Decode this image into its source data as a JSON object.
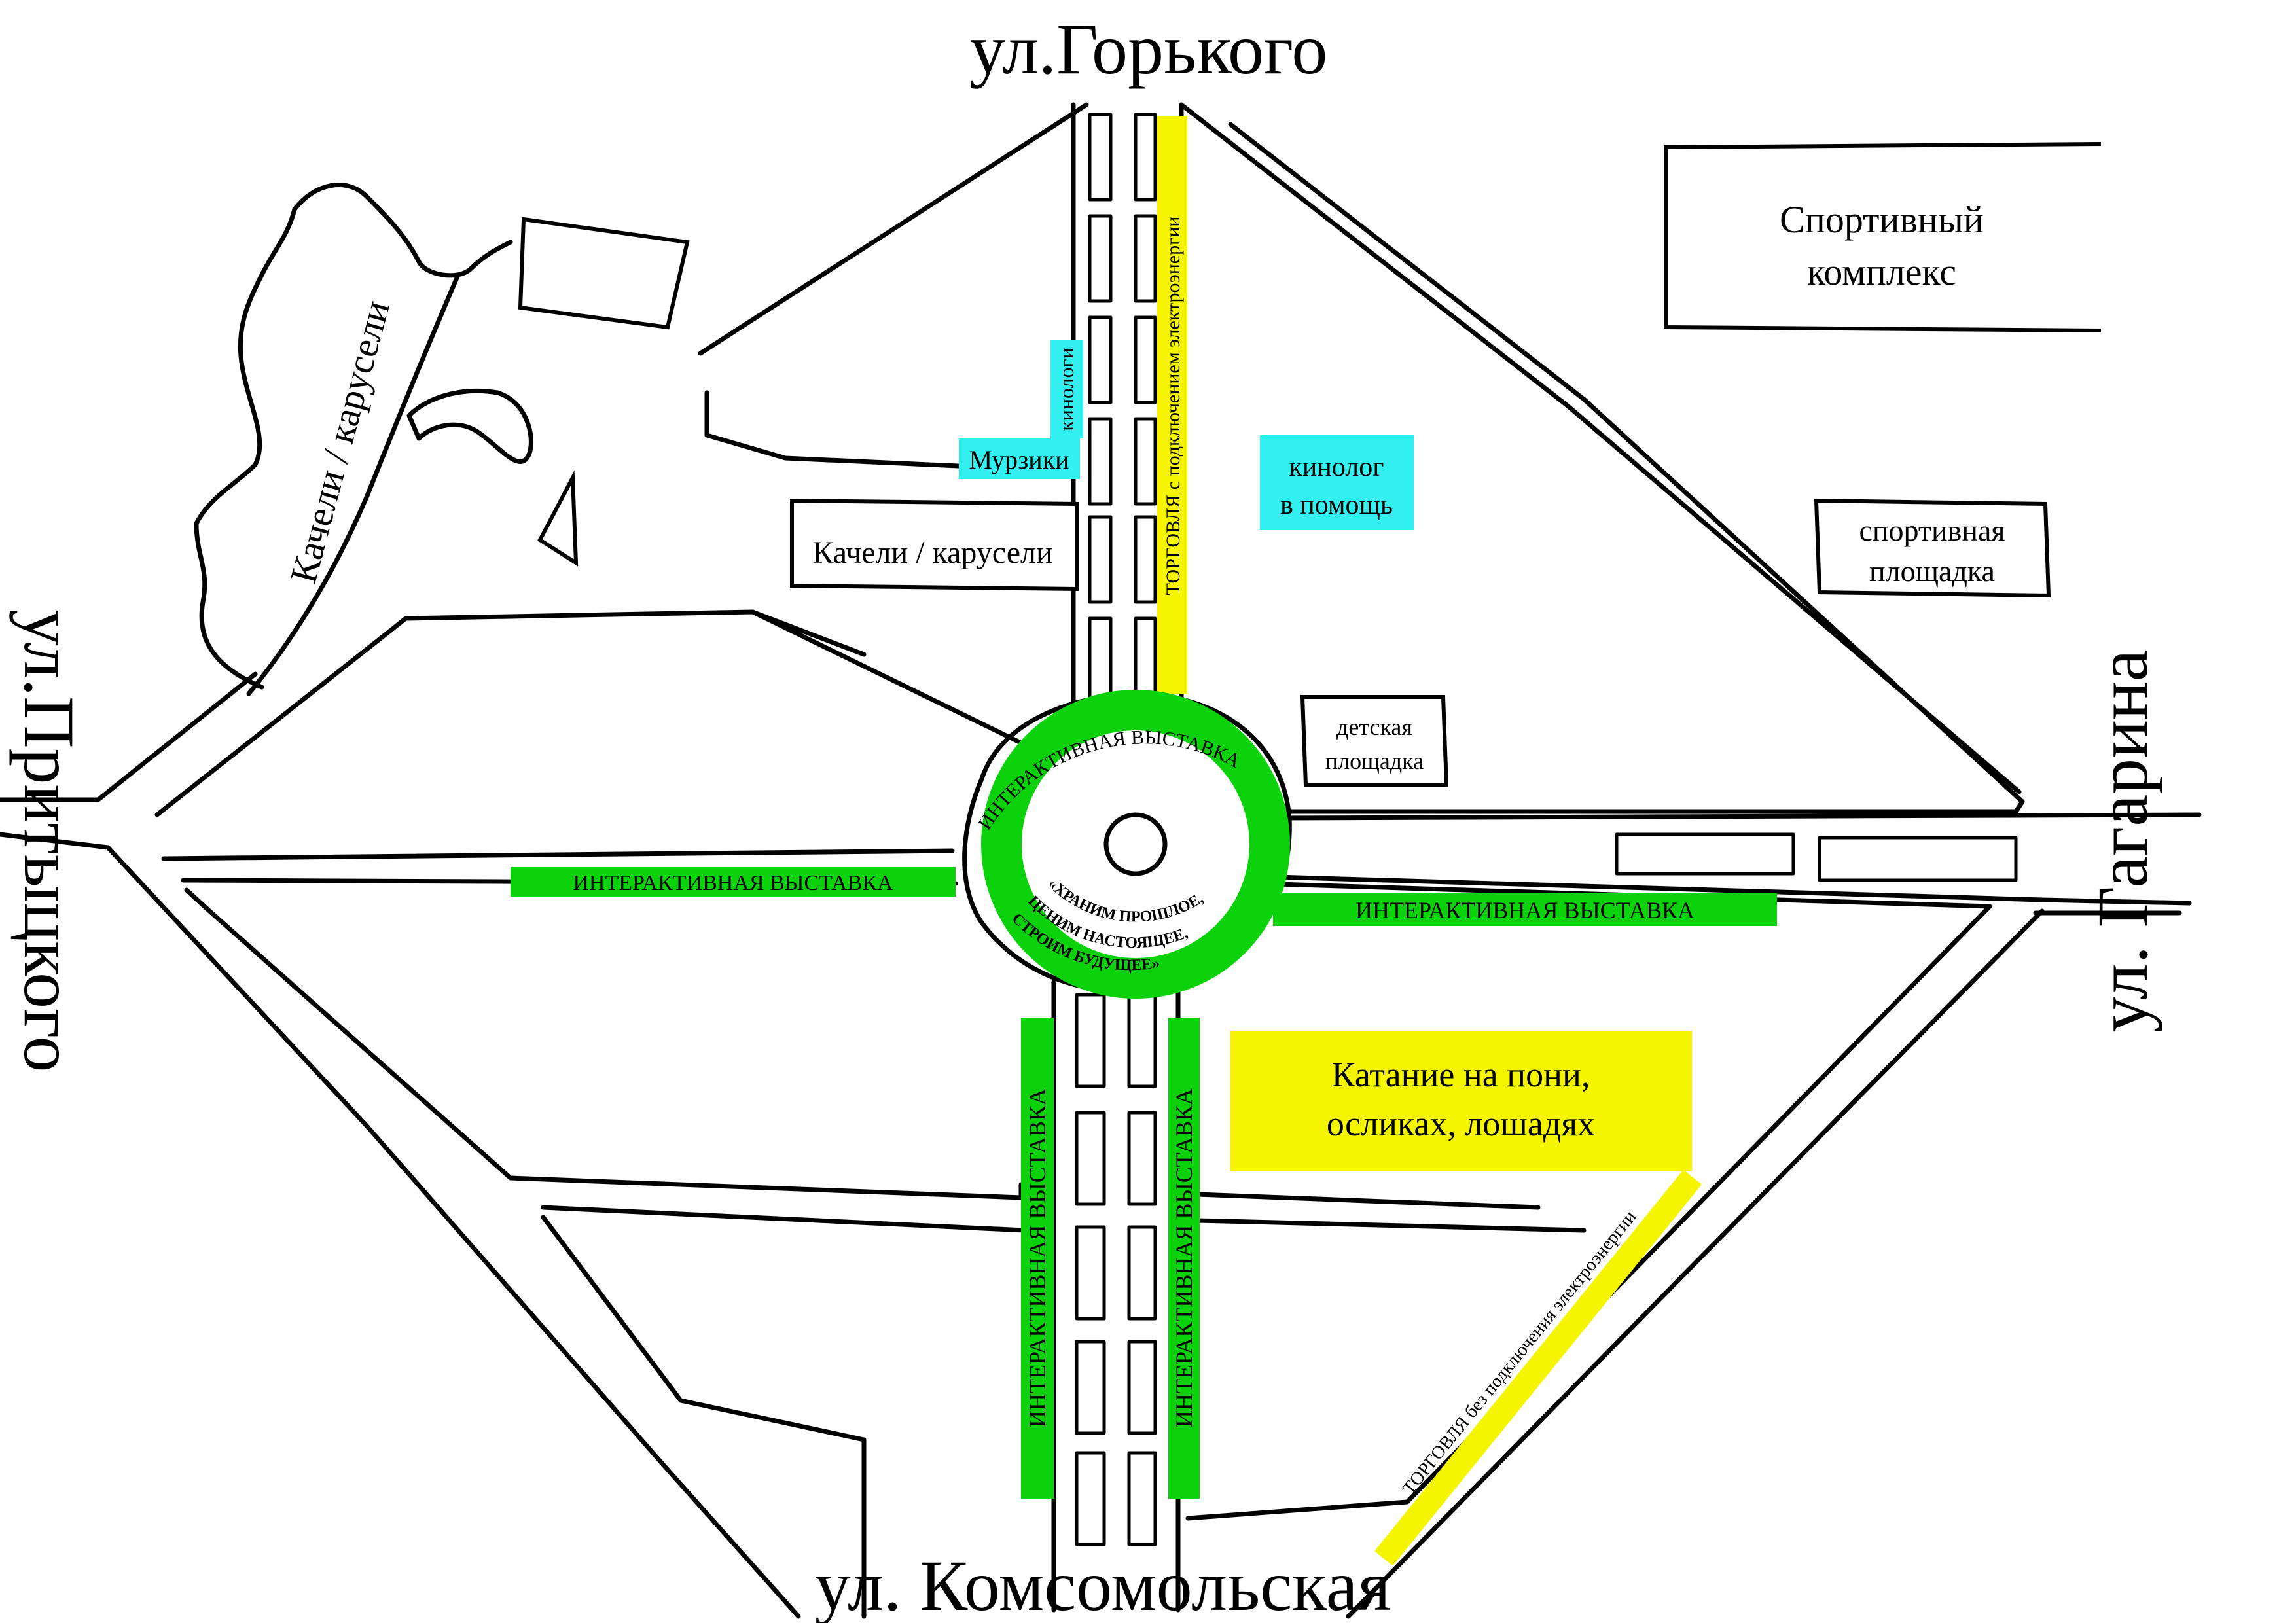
{
  "streets": {
    "north": "ул.Горького",
    "south": "ул. Комсомольская",
    "west": "ул.Притыцкого",
    "east": "ул. Гагарина"
  },
  "places": {
    "sport_complex_line1": "Спортивный",
    "sport_complex_line2": "комплекс",
    "sport_ground_line1": "спортивная",
    "sport_ground_line2": "площадка",
    "kids_ground_line1": "детская",
    "kids_ground_line2": "площадка",
    "swings_rotated": "Качели / карусели",
    "swings_box": "Качели / карусели",
    "murziki": "Мурзики",
    "kinology": "кинологи",
    "kinolog_help_line1": "кинолог",
    "kinolog_help_line2": "в помощь",
    "pony_line1": "Катание на пони,",
    "pony_line2": "осликах, лошадях",
    "trade_power": "ТОРГОВЛЯ с подключением электроэнергии",
    "trade_nopower": "ТОРГОВЛЯ без подключения электроэнергии",
    "exhibition": "ИНТЕРАКТИВНАЯ ВЫСТАВКА",
    "ring_top": "ИНТЕРАКТИВНАЯ ВЫСТАВКА",
    "motto_line1": "«ХРАНИМ ПРОШЛОЕ,",
    "motto_line2": "ЦЕНИМ НАСТОЯЩЕЕ,",
    "motto_line3": "СТРОИМ БУДУЩЕЕ»"
  },
  "colors": {
    "green": "#0bd20b",
    "yellow": "#f5f500",
    "cyan": "#33f0f0"
  }
}
